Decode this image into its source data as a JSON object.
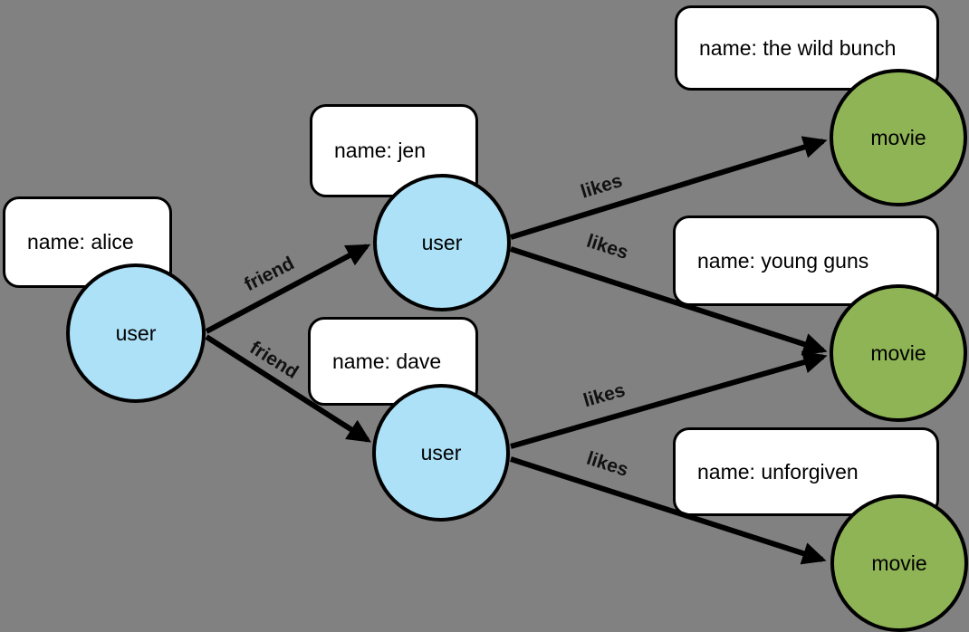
{
  "diagram": {
    "type": "property-graph",
    "colors": {
      "background": "#818181",
      "user_fill": "#ade1f7",
      "movie_fill": "#8fb455",
      "box_fill": "#ffffff",
      "stroke": "#000000",
      "label_color": "#111111"
    },
    "nodes": {
      "alice": {
        "type": "user",
        "label": "user",
        "property": "name: alice"
      },
      "jen": {
        "type": "user",
        "label": "user",
        "property": "name: jen"
      },
      "dave": {
        "type": "user",
        "label": "user",
        "property": "name: dave"
      },
      "the_wild_bunch": {
        "type": "movie",
        "label": "movie",
        "property": "name: the wild bunch"
      },
      "young_guns": {
        "type": "movie",
        "label": "movie",
        "property": "name: young guns"
      },
      "unforgiven": {
        "type": "movie",
        "label": "movie",
        "property": "name: unforgiven"
      }
    },
    "edges": [
      {
        "from": "alice",
        "to": "jen",
        "label": "friend"
      },
      {
        "from": "alice",
        "to": "dave",
        "label": "friend"
      },
      {
        "from": "jen",
        "to": "the_wild_bunch",
        "label": "likes"
      },
      {
        "from": "jen",
        "to": "young_guns",
        "label": "likes"
      },
      {
        "from": "dave",
        "to": "young_guns",
        "label": "likes"
      },
      {
        "from": "dave",
        "to": "unforgiven",
        "label": "likes"
      }
    ]
  }
}
